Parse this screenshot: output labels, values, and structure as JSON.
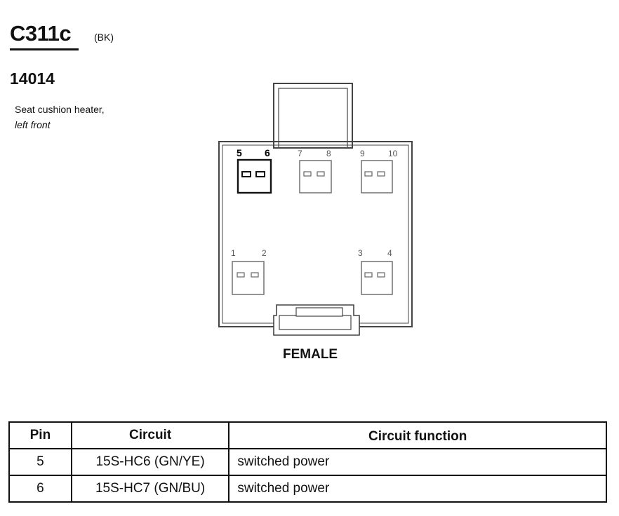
{
  "connector": {
    "id": "C311c",
    "color": "(BK)",
    "part_number": "14014",
    "description_line1": "Seat cushion heater,",
    "description_line2": "left front",
    "gender": "FEMALE"
  },
  "pin_labels": [
    "5",
    "6",
    "7",
    "8",
    "9",
    "10",
    "1",
    "2",
    "3",
    "4"
  ],
  "table": {
    "headers": {
      "pin": "Pin",
      "circuit": "Circuit",
      "function": "Circuit function"
    },
    "rows": [
      {
        "pin": "5",
        "circuit": "15S-HC6 (GN/YE)",
        "function": "switched power"
      },
      {
        "pin": "6",
        "circuit": "15S-HC7 (GN/BU)",
        "function": "switched power"
      }
    ]
  }
}
